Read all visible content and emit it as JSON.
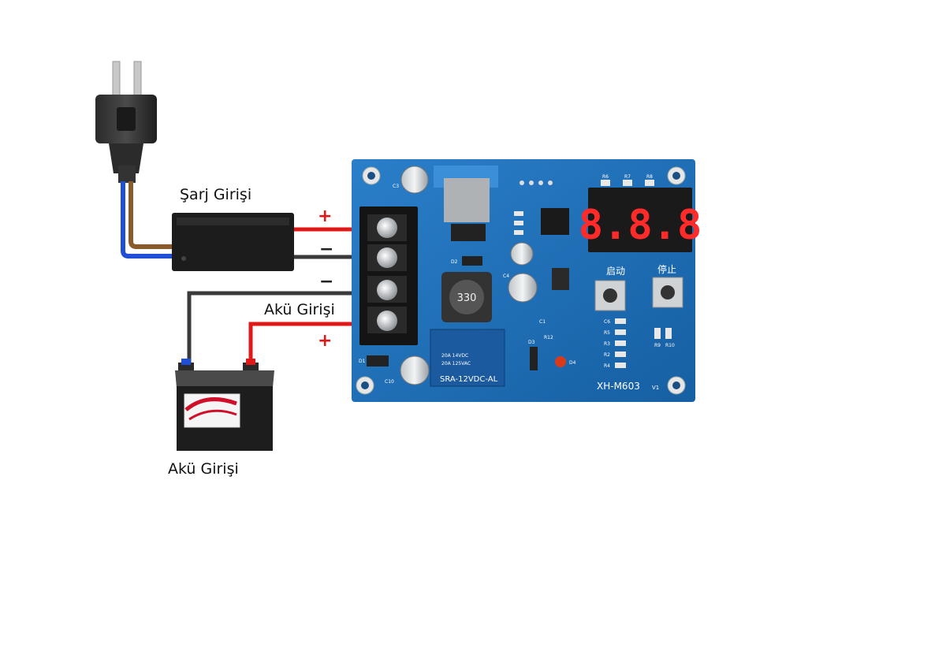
{
  "labels": {
    "charge_input": "Şarj Girişi",
    "battery_input_wire": "Akü Girişi",
    "battery_input": "Akü Girişi"
  },
  "signs": {
    "charge_plus": "+",
    "charge_minus": "−",
    "battery_minus": "−",
    "battery_plus": "+"
  },
  "board": {
    "display_digits": "8.8.8",
    "start_button_label": "启动",
    "stop_button_label": "停止",
    "model": "XH-M603",
    "version": "V1",
    "inductor_code": "330",
    "relay_rating_1": "20A 14VDC",
    "relay_rating_2": "20A 125VAC",
    "relay_model": "SRA-12VDC-AL",
    "led_label": "D4",
    "cap_c3": "C3",
    "cap_c10": "C10",
    "diode_d1": "D1",
    "diode_d2": "D2",
    "diode_d3": "D3",
    "cap_c4": "C4",
    "cap_c1": "C1",
    "res_r12": "R12",
    "r_labels_left": [
      "R6",
      "R7",
      "R8"
    ],
    "r_labels_right": [
      "C6",
      "R5",
      "R3",
      "R2",
      "R4"
    ],
    "r_labels_bottom": [
      "R9",
      "R10"
    ]
  },
  "colors": {
    "board_blue": "#1f6fb8",
    "wire_red": "#e01818",
    "wire_black": "#3a3a3a",
    "wire_blue": "#1f4fd6",
    "wire_brown": "#8a5a2a",
    "display_red": "#ff2a2a"
  }
}
